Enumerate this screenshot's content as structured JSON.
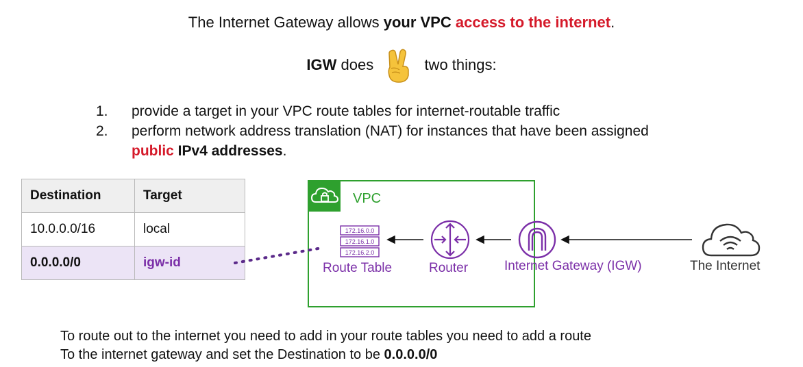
{
  "title": {
    "pre": "The Internet Gateway allows ",
    "bold": "your VPC",
    "space": " ",
    "red": "access to the internet",
    "post": "."
  },
  "igw_line": {
    "bold": "IGW",
    "mid": " does ",
    "post": " two things:",
    "emoji_icon": "victory-hand-icon"
  },
  "list": [
    {
      "num": "1.",
      "text": "provide a target in your VPC route tables for internet-routable traffic"
    },
    {
      "num": "2.",
      "pre": "perform network address translation (NAT) for instances that have been assigned ",
      "red": "public",
      "bold": " IPv4 addresses",
      "post": "."
    }
  ],
  "route_table": {
    "headers": [
      "Destination",
      "Target"
    ],
    "rows": [
      {
        "destination": "10.0.0.0/16",
        "target": "local"
      },
      {
        "destination": "0.0.0.0/0",
        "target": "igw-id",
        "highlight": true
      }
    ]
  },
  "diagram": {
    "vpc_label": "VPC",
    "route_table_entries": [
      "172.16.0.0",
      "172.16.1.0",
      "172.16.2.0"
    ],
    "route_table_label": "Route Table",
    "router_label": "Router",
    "igw_label": "Internet Gateway (IGW)",
    "internet_label": "The Internet",
    "colors": {
      "vpc": "#2ea02e",
      "aws": "#7b2fa8",
      "accent_red": "#d51a2a"
    }
  },
  "bottom": {
    "line1": "To route out to the internet you need to add in your route tables you need to add a route",
    "line2_pre": "To the internet gateway and set the Destination to be ",
    "line2_bold": "0.0.0.0/0"
  }
}
